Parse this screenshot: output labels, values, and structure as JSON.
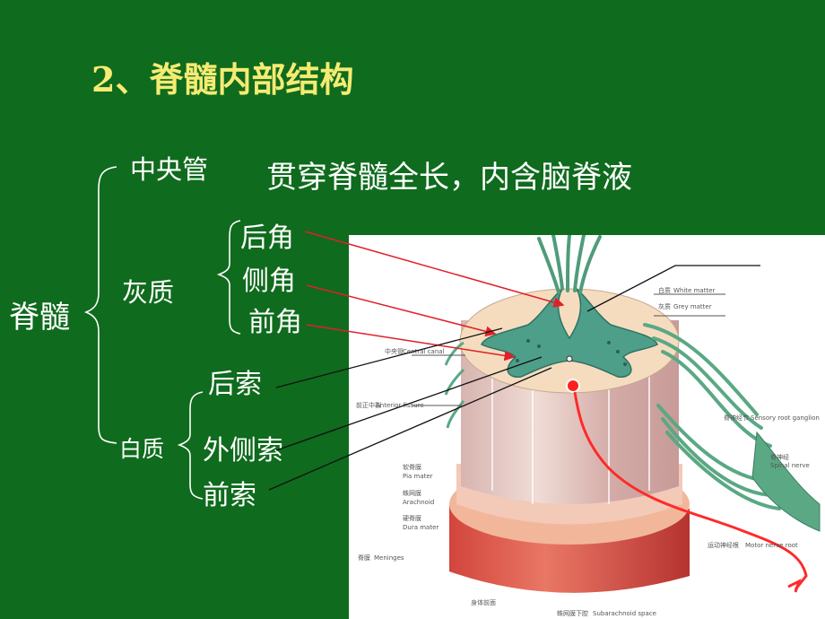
{
  "title": "2、脊髓内部结构",
  "root_label": "脊髓",
  "central_canal": {
    "label": "中央管",
    "description": "贯穿脊髓全长，内含脑脊液"
  },
  "gray_matter": {
    "label": "灰质",
    "parts": [
      "后角",
      "侧角",
      "前角"
    ]
  },
  "white_matter": {
    "label": "白质",
    "parts": [
      "后索",
      "外侧索",
      "前索"
    ]
  },
  "figure_labels": {
    "central_canal": "中央管",
    "central_canal_en": "Central canal",
    "white_matter_cn": "白质",
    "white_matter_en": "White matter",
    "grey_matter_cn": "灰质",
    "grey_matter_en": "Grey matter",
    "anterior_fissure": "前正中裂",
    "anterior_fissure_en": "Anterior fissure",
    "pia_mater": "软脊膜",
    "pia_mater_en": "Pia mater",
    "arachnoid": "蛛网膜",
    "arachnoid_en": "Arachnoid",
    "dura_mater": "硬脊膜",
    "dura_mater_en": "Dura mater",
    "meninges": "脊膜",
    "meninges_en": "Meninges",
    "spinal_ganglion": "脊神经节",
    "spinal_ganglion_en": "Sensory root ganglion",
    "spinal_nerve": "脊神经",
    "spinal_nerve_en": "Spinal nerve",
    "motor_root": "运动神经根",
    "motor_root_en": "Motor nerve root",
    "subarachnoid": "蛛网膜下腔",
    "subarachnoid_en": "Subarachnoid space",
    "epidural": "身体前面"
  },
  "colors": {
    "background": "#0f6b1d",
    "title": "#f5eb73",
    "text": "#ffffff",
    "pointer": "#e0202a",
    "path": "#ff2a2a"
  }
}
